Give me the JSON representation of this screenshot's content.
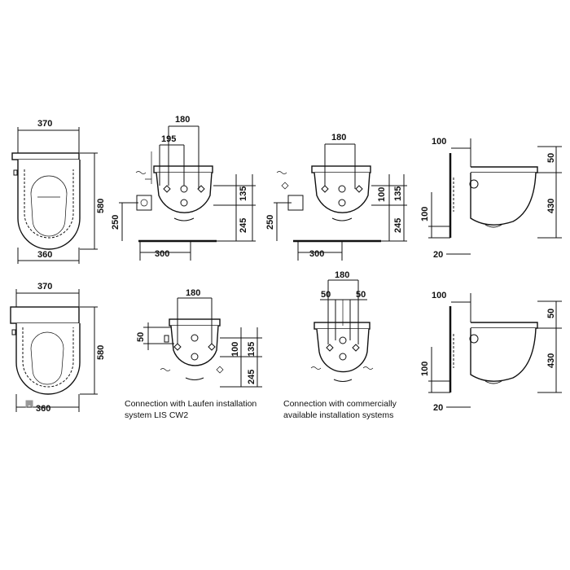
{
  "dimensions": {
    "top_plan_width": "370",
    "top_plan_depth": "580",
    "top_plan_bowl_width": "360",
    "front_a_outer": "180",
    "front_a_inner": "195",
    "front_a_right_upper": "135",
    "front_a_right_lower": "245",
    "front_a_left": "250",
    "front_a_bottom": "300",
    "front_b_top": "180",
    "front_b_inner": "100",
    "front_b_right_upper": "135",
    "front_b_right_lower": "245",
    "front_b_left": "250",
    "front_b_bottom": "300",
    "side_a_top": "100",
    "side_a_right_upper": "50",
    "side_a_right_lower": "430",
    "side_a_left": "100",
    "side_a_bottom": "20",
    "bottom_plan_width": "370",
    "bottom_plan_depth": "580",
    "bottom_plan_bowl_width": "360",
    "front_c_top": "180",
    "front_c_left": "50",
    "front_c_inner": "100",
    "front_c_right_upper": "135",
    "front_c_right_lower": "245",
    "front_d_top": "180",
    "front_d_left": "50",
    "front_d_right": "50",
    "side_b_top": "100",
    "side_b_right_upper": "50",
    "side_b_right_lower": "430",
    "side_b_left": "100",
    "side_b_bottom": "20"
  },
  "captions": {
    "laufen_line1": "Connection with Laufen installation",
    "laufen_line2": "system LIS CW2",
    "commercial_line1": "Connection with commercially",
    "commercial_line2": "available installation systems"
  }
}
